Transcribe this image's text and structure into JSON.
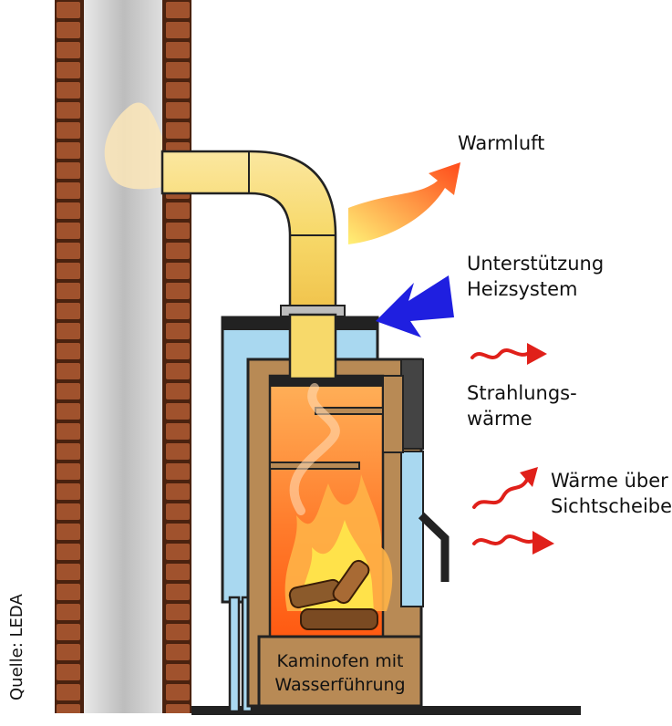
{
  "labels": {
    "warm_air": "Warmluft",
    "heating_support": [
      "Unterstützung",
      "Heizsystem"
    ],
    "radiant_heat": [
      "Strahlungs-",
      "wärme"
    ],
    "window_heat": [
      "Wärme über",
      "Sichtscheibe"
    ],
    "stove": [
      "Kaminofen mit",
      "Wasserführung"
    ],
    "source": "Quelle: LEDA"
  },
  "colors": {
    "brick": "#a0522d",
    "mortar": "#5a2a14",
    "flue_pipe": "#f7d96a",
    "water_jacket": "#a9d8f0",
    "fire": "#ff6a1a",
    "stove_wood": "#b88a55",
    "blue_arrow": "#1f1fe0",
    "red_arrow": "#e0201a"
  },
  "icons": [
    "warm-air-arrow",
    "blue-water-arrow",
    "red-heat-wave-arrow"
  ]
}
